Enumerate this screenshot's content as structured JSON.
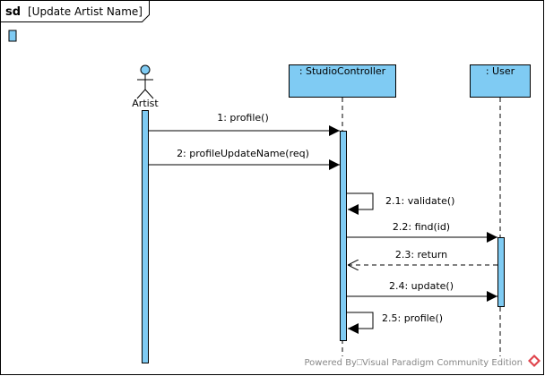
{
  "frame": {
    "keyword": "sd",
    "title": "[Update Artist Name]"
  },
  "lifelines": {
    "artist": {
      "label": "Artist"
    },
    "studio_controller": {
      "label": ": StudioController"
    },
    "user": {
      "label": ": User"
    }
  },
  "messages": [
    {
      "id": "m1",
      "label": "1: profile()",
      "from": "artist",
      "to": "studio_controller",
      "kind": "sync"
    },
    {
      "id": "m2",
      "label": "2: profileUpdateName(req)",
      "from": "artist",
      "to": "studio_controller",
      "kind": "sync"
    },
    {
      "id": "m2_1",
      "label": "2.1: validate()",
      "from": "studio_controller",
      "to": "studio_controller",
      "kind": "self"
    },
    {
      "id": "m2_2",
      "label": "2.2: find(id)",
      "from": "studio_controller",
      "to": "user",
      "kind": "sync"
    },
    {
      "id": "m2_3",
      "label": "2.3: return",
      "from": "user",
      "to": "studio_controller",
      "kind": "return"
    },
    {
      "id": "m2_4",
      "label": "2.4: update()",
      "from": "studio_controller",
      "to": "user",
      "kind": "sync"
    },
    {
      "id": "m2_5",
      "label": "2.5: profile()",
      "from": "studio_controller",
      "to": "studio_controller",
      "kind": "self"
    }
  ],
  "footer": {
    "watermark": "Powered By⎕Visual Paradigm Community Edition"
  },
  "colors": {
    "lifeline_fill": "#7fcbf3",
    "border": "#000000",
    "watermark_text": "#888888",
    "watermark_logo": "#e0454d"
  }
}
